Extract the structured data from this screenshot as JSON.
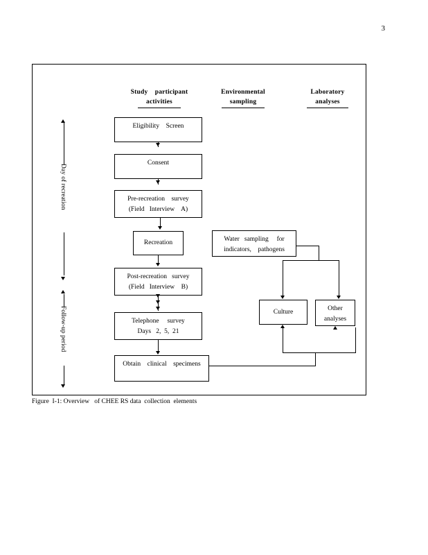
{
  "page": {
    "number": "3"
  },
  "figure": {
    "caption": "Figure  I-1: Overview   of CHEE RS data  collection  elements",
    "columns": [
      {
        "line1": "Study    participant",
        "line2": "activities"
      },
      {
        "line1": "Environmental",
        "line2": "sampling"
      },
      {
        "line1": "Laboratory",
        "line2": "analyses"
      }
    ],
    "nodes": {
      "eligibility": {
        "line1": "Eligibility    Screen"
      },
      "consent": {
        "line1": "Consent"
      },
      "pre_survey": {
        "line1": "Pre-recreation    survey",
        "line2": "(Field   Interview    A)"
      },
      "recreation": {
        "line1": "Recreation"
      },
      "post_survey": {
        "line1": "Post-recreation   survey",
        "line2": "(Field   Interview    B)"
      },
      "telephone": {
        "line1": "Telephone     survey",
        "line2": "Days   2,  5,  21"
      },
      "specimens": {
        "line1": "Obtain    clinical    specimens"
      },
      "water": {
        "line1": "Water   sampling     for",
        "line2": "indicators,    pathogens"
      },
      "culture": {
        "line1": "Culture"
      },
      "other": {
        "line1": "Other",
        "line2": "analyses"
      }
    },
    "timeline": {
      "day_of_recreation": "Day  of  recreation",
      "followup_period": "Follow-up   period"
    }
  }
}
